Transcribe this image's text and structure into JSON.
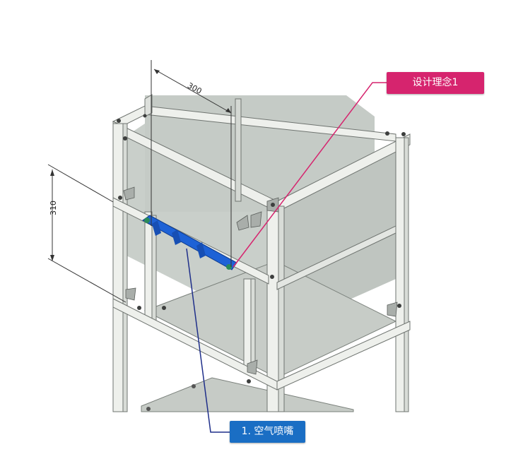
{
  "dimensions": {
    "width_label": "300",
    "height_label": "310"
  },
  "callouts": {
    "design_concept": {
      "label": "设计理念1",
      "color": "#d6246e"
    },
    "air_nozzle": {
      "label": "1. 空气喷嘴",
      "color": "#1a6ec4"
    }
  },
  "colors": {
    "frame": "#eef0ec",
    "frame_edge": "#6f7470",
    "panel": "#c9cec9",
    "panel_dark": "#b3b9b4",
    "nozzle": "#1e62d6",
    "dim_line": "#333333",
    "pink_leader": "#d6246e",
    "blue_leader": "#1f2f8a"
  }
}
